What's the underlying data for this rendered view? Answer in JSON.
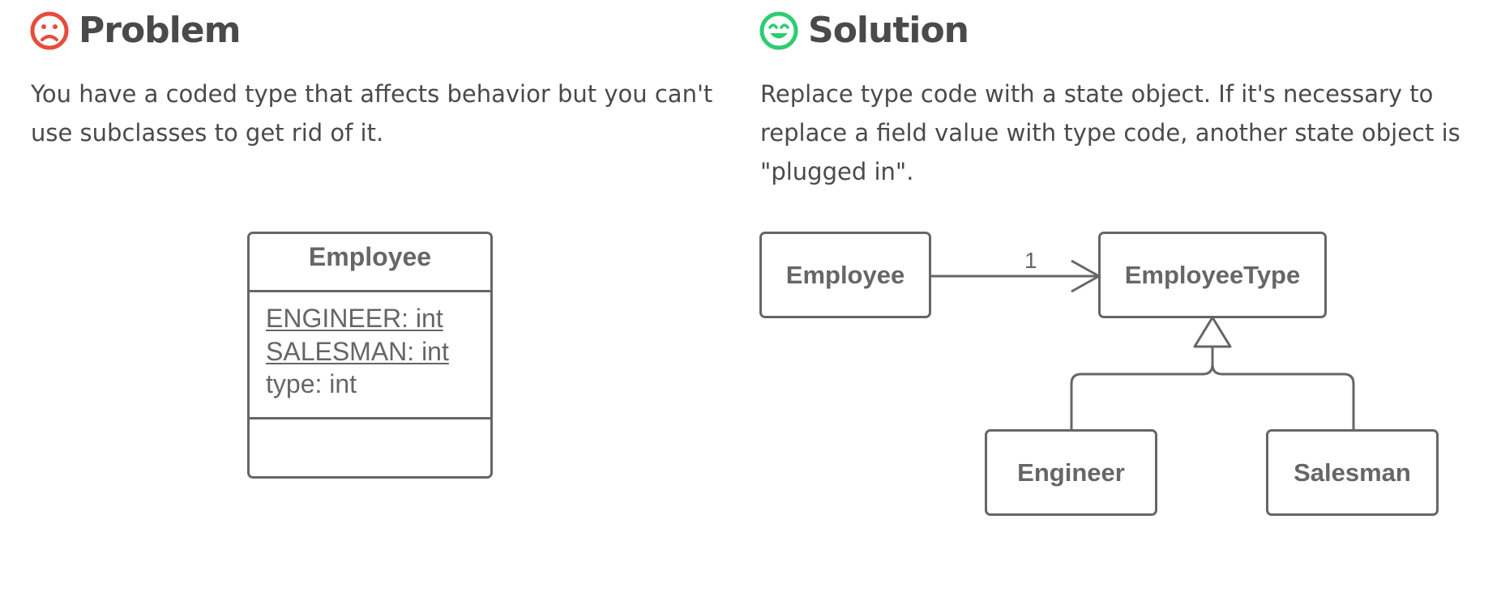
{
  "problem": {
    "title": "Problem",
    "icon": "sad-face-icon",
    "icon_color": "#e74c3c",
    "description_lines": [
      "You have a coded type that affects behavior but you can't",
      "use subclasses to get rid of it."
    ],
    "class_box": {
      "name": "Employee",
      "static_attributes": [
        "ENGINEER: int",
        "SALESMAN: int"
      ],
      "attributes": [
        "type: int"
      ]
    }
  },
  "solution": {
    "title": "Solution",
    "icon": "happy-face-icon",
    "icon_color": "#2ecc71",
    "description_lines": [
      "Replace type code with a state object. If it's necessary to",
      "replace a field value with type code, another state object is",
      "\"plugged in\"."
    ],
    "classes": {
      "employee": "Employee",
      "employee_type": "EmployeeType",
      "engineer": "Engineer",
      "salesman": "Salesman"
    },
    "association_multiplicity": "1"
  }
}
